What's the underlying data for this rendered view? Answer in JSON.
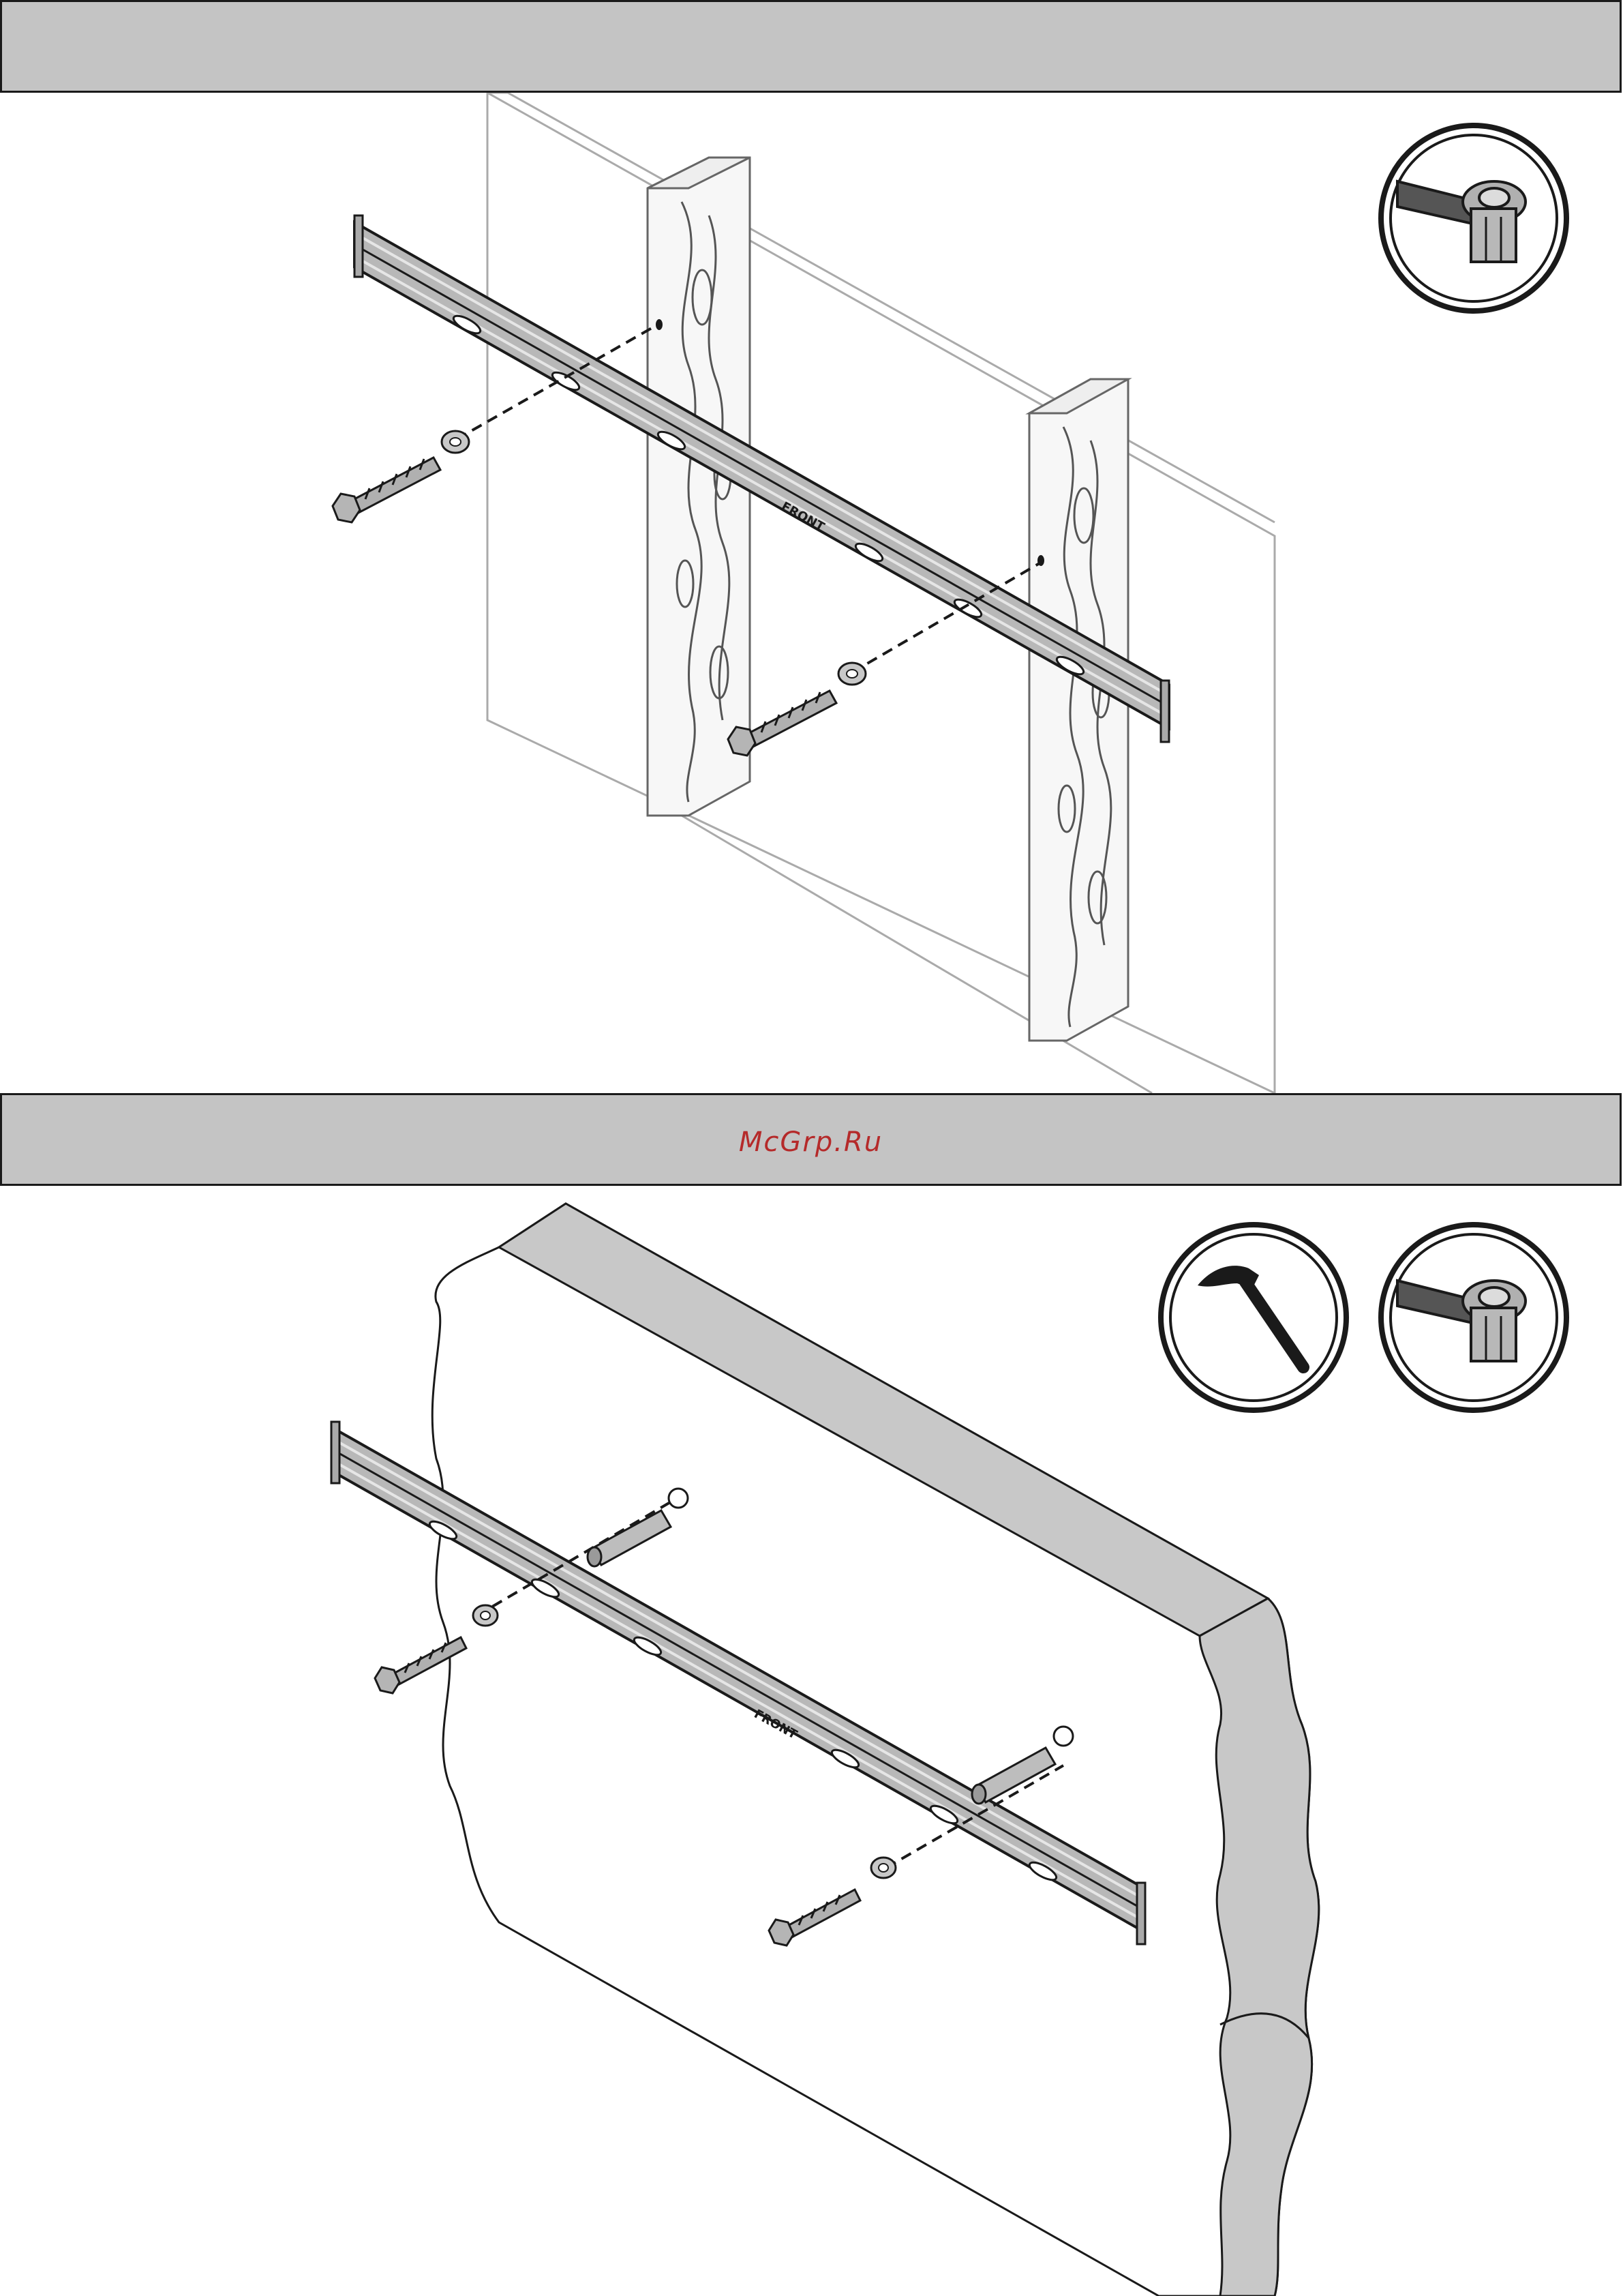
{
  "page": {
    "watermark": "McGrp.Ru",
    "bracket_label": "FRONT"
  },
  "step_1": {
    "tools": [
      "socket-wrench-icon"
    ],
    "wall_type": "wood-stud-wall",
    "hardware": [
      "lag-bolt",
      "washer"
    ]
  },
  "step_2": {
    "tools": [
      "hammer-icon",
      "socket-wrench-icon"
    ],
    "wall_type": "concrete-wall",
    "hardware": [
      "lag-bolt",
      "washer",
      "wall-anchor"
    ]
  },
  "colors": {
    "bar": "#c4c4c4",
    "border": "#1a1a1a",
    "watermark": "#b52a2a",
    "bracket": "#b8b8b8",
    "concrete_edge": "#c8c8c8"
  }
}
